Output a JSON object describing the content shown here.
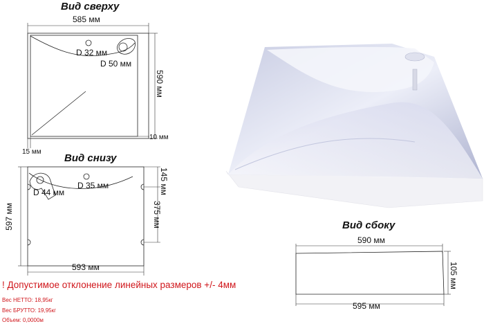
{
  "top_view": {
    "title": "Вид сверху",
    "width": "585 мм",
    "height": "590 мм",
    "hole1": "D 32 мм",
    "hole2": "D 50 мм",
    "margin_left": "15 мм",
    "margin_right": "10 мм"
  },
  "bottom_view": {
    "title": "Вид снизу",
    "hole1": "D 44 мм",
    "hole2": "D 35 мм",
    "height": "597 мм",
    "width": "593 мм",
    "offset_top": "145 мм",
    "offset_side": "375 мм"
  },
  "side_view": {
    "title": "Вид сбоку",
    "top_width": "590 мм",
    "bottom_width": "595 мм",
    "height": "105 мм"
  },
  "notes": {
    "tolerance": "! Допустимое отклонение линейных размеров +/- 4мм",
    "net_weight": "Вес НЕТТО: 18,95кг",
    "gross_weight": "Вес БРУТТО: 19,95кг",
    "volume": "Объем: 0,0000м"
  },
  "colors": {
    "note_red": "#d0161b",
    "sink_light": "#eef0fa",
    "sink_shadow": "#b8bdd8",
    "sink_side": "#f4f4f8"
  }
}
